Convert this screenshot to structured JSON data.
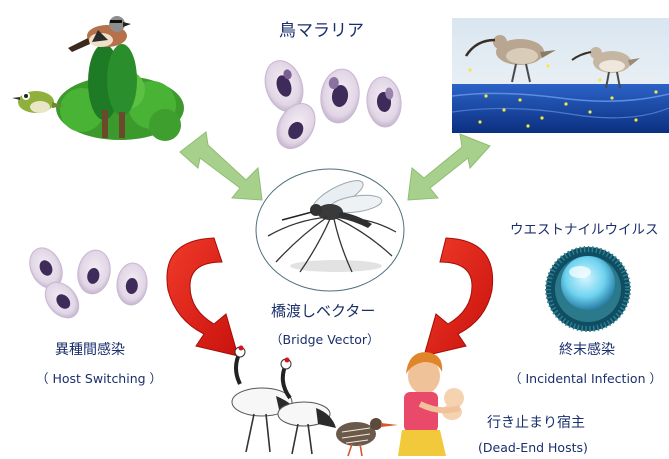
{
  "labels": {
    "bird_malaria": "鳥マラリア",
    "bridge_vector_jp": "橋渡しベクター",
    "bridge_vector_en": "（Bridge Vector）",
    "host_switching_jp": "異種間感染",
    "host_switching_en": "（ Host Switching ）",
    "west_nile_virus": "ウエストナイルウイルス",
    "incidental_infection_jp": "終末感染",
    "incidental_infection_en": "（ Incidental Infection ）",
    "dead_end_hosts_jp": "行き止まり宿主",
    "dead_end_hosts_en": "(Dead-End Hosts)"
  },
  "colors": {
    "text": "#1a2f6b",
    "green_arrow": "#a8d08d",
    "red_arrow": "#e41a12",
    "cell": "#e8dde8",
    "nucleus": "#3e2b5a",
    "water": "#1f4fa8"
  },
  "icons": [
    "songbird-on-tree-icon",
    "white-eye-bird-icon",
    "shorebirds-icon",
    "malaria-infected-blood-cells-icon",
    "mosquito-icon",
    "virus-particle-icon",
    "red-crowned-cranes-icon",
    "rail-bird-icon",
    "mother-and-child-icon"
  ]
}
